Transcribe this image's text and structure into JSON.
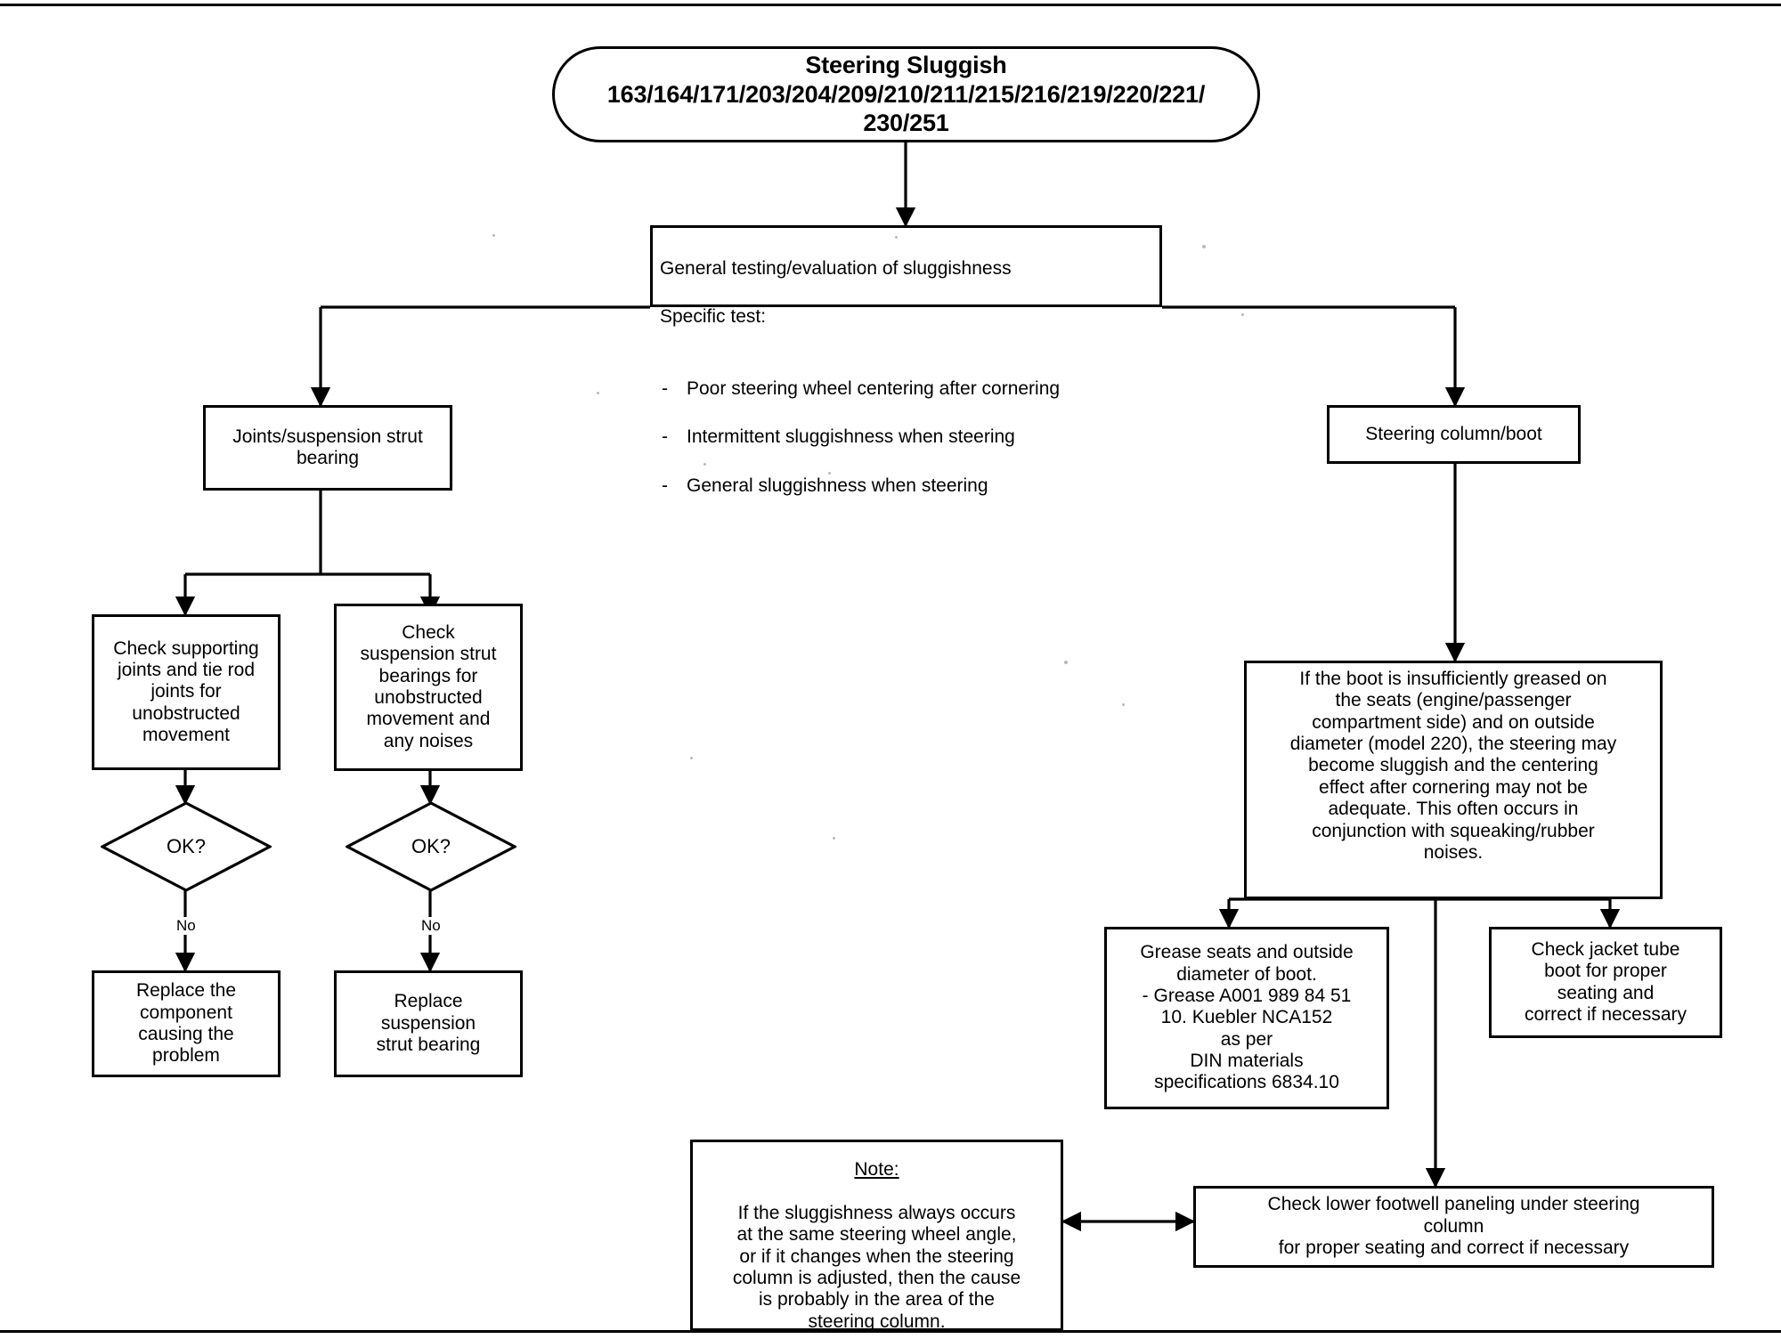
{
  "document": {
    "type": "troubleshooting-flowchart",
    "title": "Steering Sluggish"
  },
  "nodes": {
    "start": {
      "label": "Steering Sluggish\n163/164/171/203/204/209/210/211/215/216/219/220/221/\n230/251"
    },
    "general_test": {
      "line1": "General testing/evaluation of sluggishness",
      "line2": "Specific test:",
      "bullets": [
        "Poor steering wheel centering after cornering",
        "Intermittent sluggishness when steering",
        "General sluggishness when steering"
      ]
    },
    "joints_branch": {
      "label": "Joints/suspension strut\nbearing"
    },
    "steering_column_branch": {
      "label": "Steering column/boot"
    },
    "check_supporting_joints": {
      "label": "Check supporting\njoints and tie rod\njoints for\nunobstructed\nmovement"
    },
    "check_strut_bearings": {
      "label": "Check\nsuspension strut\nbearings for\nunobstructed\nmovement and\nany noises"
    },
    "decision_left": {
      "label": "OK?"
    },
    "decision_right": {
      "label": "OK?"
    },
    "replace_component": {
      "label": "Replace the\ncomponent\ncausing the\nproblem"
    },
    "replace_strut_bearing": {
      "label": "Replace\nsuspension\nstrut bearing"
    },
    "boot_grease_info": {
      "label": "If the boot is insufficiently greased on\nthe seats (engine/passenger\ncompartment side) and on outside\ndiameter (model 220), the steering may\nbecome sluggish and the centering\neffect after cornering may not be\nadequate. This often occurs in\nconjunction with squeaking/rubber\nnoises."
    },
    "grease_seats": {
      "label": "Grease seats and outside\ndiameter of boot.\n- Grease A001 989 84 51\n10.        Kuebler NCA152\nas per\nDIN materials\nspecifications 6834.10"
    },
    "check_jacket_tube": {
      "label": "Check jacket tube\nboot for proper\nseating and\ncorrect if necessary"
    },
    "check_footwell": {
      "label": "Check lower footwell paneling under steering\ncolumn\nfor proper seating and correct if necessary"
    },
    "note": {
      "title": "Note:",
      "body": "If the sluggishness always occurs\nat the same steering wheel angle,\nor if it changes when the steering\ncolumn is adjusted, then the cause\nis probably in the area of the\nsteering column."
    }
  },
  "edge_labels": {
    "left_no": "No",
    "right_no": "No"
  },
  "colors": {
    "stroke": "#000000",
    "fill": "#ffffff",
    "text": "#000000"
  }
}
